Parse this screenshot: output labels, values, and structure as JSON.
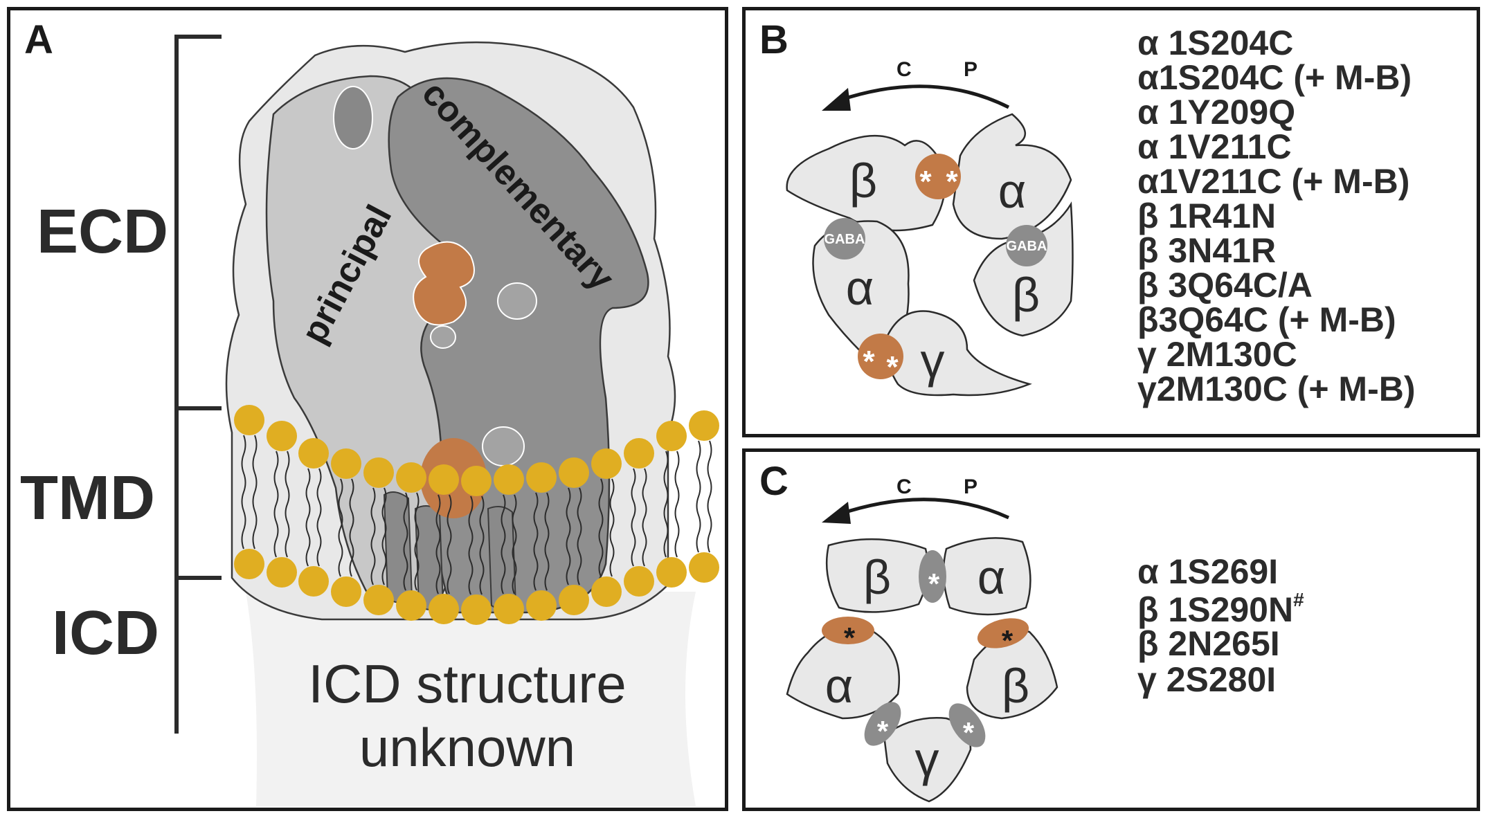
{
  "panel_a": {
    "label": "A",
    "regions": [
      "ECD",
      "TMD",
      "ICD"
    ],
    "subunit_labels": {
      "principal": "principal",
      "complementary": "complementary"
    },
    "icd_note": [
      "ICD structure",
      "unknown"
    ]
  },
  "panel_b": {
    "label": "B",
    "rotation": {
      "c": "C",
      "p": "P"
    },
    "subunits": {
      "beta_top": "β",
      "alpha_top": "α",
      "alpha_left": "α",
      "beta_right": "β",
      "gamma": "γ"
    },
    "ligand": "GABA",
    "mutations": [
      "α 1S204C",
      "α1S204C (+ M-B)",
      "α 1Y209Q",
      "α 1V211C",
      "α1V211C (+ M-B)",
      "β 1R41N",
      "β 3N41R",
      "β 3Q64C/A",
      "β3Q64C (+ M-B)",
      "γ 2M130C",
      "γ2M130C (+ M-B)"
    ]
  },
  "panel_c": {
    "label": "C",
    "rotation": {
      "c": "C",
      "p": "P"
    },
    "subunits": {
      "beta_top": "β",
      "alpha_top": "α",
      "alpha_left": "α",
      "beta_right": "β",
      "gamma": "γ"
    },
    "mutations": [
      "α 1S269I",
      "β 1S290N",
      "β 2N265I",
      "γ 2S280I"
    ],
    "mutation_footnote_mark": "#"
  },
  "colors": {
    "orange": "#C27A47",
    "lipid_head": "#E0AE22",
    "dark_gray": "#8C8C8C",
    "mid_gray": "#BDBDBD",
    "light_gray": "#E6E6E6",
    "text": "#2B2B2B"
  }
}
